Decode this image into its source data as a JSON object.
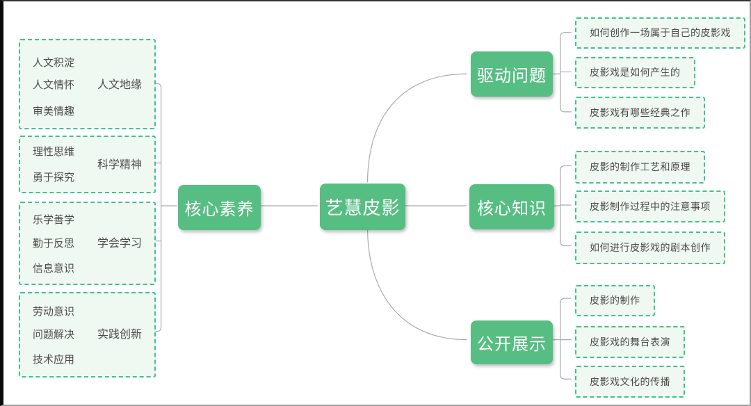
{
  "root": {
    "label": "艺慧皮影"
  },
  "hub_left": {
    "label": "核心素养"
  },
  "left_groups": [
    {
      "parent": "人文地缘",
      "items": [
        "人文积淀",
        "人文情怀",
        "审美情趣"
      ]
    },
    {
      "parent": "科学精神",
      "items": [
        "理性思维",
        "勇于探究"
      ]
    },
    {
      "parent": "学会学习",
      "items": [
        "乐学善学",
        "勤于反思",
        "信息意识"
      ]
    },
    {
      "parent": "实践创新",
      "items": [
        "劳动意识",
        "问题解决",
        "技术应用"
      ]
    }
  ],
  "right_groups": [
    {
      "node": "驱动问题",
      "leaves": [
        "如何创作一场属于自己的皮影戏",
        "皮影戏是如何产生的",
        "皮影戏有哪些经典之作"
      ]
    },
    {
      "node": "核心知识",
      "leaves": [
        "皮影的制作工艺和原理",
        "皮影制作过程中的注意事项",
        "如何进行皮影戏的剧本创作"
      ]
    },
    {
      "node": "公开展示",
      "leaves": [
        "皮影的制作",
        "皮影戏的舞台表演",
        "皮影戏文化的传播"
      ]
    }
  ],
  "colors": {
    "node_green": "#57BE83",
    "dashed_border": "#3FC389",
    "dashed_fill": "#F0F8F2",
    "text_dark": "#4B4B4B",
    "connector": "#A9A9A9"
  }
}
